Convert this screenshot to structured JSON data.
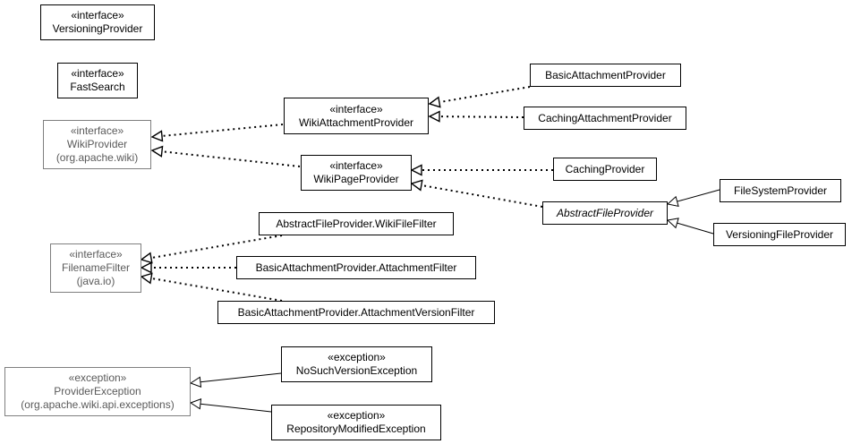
{
  "colors": {
    "line": "#000000",
    "external_border": "#7f7f7f",
    "external_text": "#5a5a5a",
    "background": "#ffffff"
  },
  "nodes": {
    "versioning_provider": {
      "stereotype": "«interface»",
      "name": "VersioningProvider"
    },
    "fast_search": {
      "stereotype": "«interface»",
      "name": "FastSearch"
    },
    "wiki_provider": {
      "stereotype": "«interface»",
      "name": "WikiProvider",
      "package": "(org.apache.wiki)"
    },
    "wiki_attachment_provider": {
      "stereotype": "«interface»",
      "name": "WikiAttachmentProvider"
    },
    "wiki_page_provider": {
      "stereotype": "«interface»",
      "name": "WikiPageProvider"
    },
    "basic_attachment_provider": {
      "name": "BasicAttachmentProvider"
    },
    "caching_attachment_provider": {
      "name": "CachingAttachmentProvider"
    },
    "caching_provider": {
      "name": "CachingProvider"
    },
    "abstract_file_provider": {
      "name": "AbstractFileProvider"
    },
    "file_system_provider": {
      "name": "FileSystemProvider"
    },
    "versioning_file_provider": {
      "name": "VersioningFileProvider"
    },
    "filename_filter": {
      "stereotype": "«interface»",
      "name": "FilenameFilter",
      "package": "(java.io)"
    },
    "wiki_file_filter": {
      "name": "AbstractFileProvider.WikiFileFilter"
    },
    "attachment_filter": {
      "name": "BasicAttachmentProvider.AttachmentFilter"
    },
    "attachment_version_filter": {
      "name": "BasicAttachmentProvider.AttachmentVersionFilter"
    },
    "provider_exception": {
      "stereotype": "«exception»",
      "name": "ProviderException",
      "package": "(org.apache.wiki.api.exceptions)"
    },
    "no_such_version_exception": {
      "stereotype": "«exception»",
      "name": "NoSuchVersionException"
    },
    "repository_modified_exception": {
      "stereotype": "«exception»",
      "name": "RepositoryModifiedException"
    }
  },
  "relations": [
    {
      "from": "wiki_attachment_provider",
      "to": "wiki_provider",
      "kind": "realization"
    },
    {
      "from": "wiki_page_provider",
      "to": "wiki_provider",
      "kind": "realization"
    },
    {
      "from": "basic_attachment_provider",
      "to": "wiki_attachment_provider",
      "kind": "realization"
    },
    {
      "from": "caching_attachment_provider",
      "to": "wiki_attachment_provider",
      "kind": "realization"
    },
    {
      "from": "caching_provider",
      "to": "wiki_page_provider",
      "kind": "realization"
    },
    {
      "from": "abstract_file_provider",
      "to": "wiki_page_provider",
      "kind": "realization"
    },
    {
      "from": "file_system_provider",
      "to": "abstract_file_provider",
      "kind": "generalization"
    },
    {
      "from": "versioning_file_provider",
      "to": "abstract_file_provider",
      "kind": "generalization"
    },
    {
      "from": "wiki_file_filter",
      "to": "filename_filter",
      "kind": "realization"
    },
    {
      "from": "attachment_filter",
      "to": "filename_filter",
      "kind": "realization"
    },
    {
      "from": "attachment_version_filter",
      "to": "filename_filter",
      "kind": "realization"
    },
    {
      "from": "no_such_version_exception",
      "to": "provider_exception",
      "kind": "generalization"
    },
    {
      "from": "repository_modified_exception",
      "to": "provider_exception",
      "kind": "generalization"
    }
  ]
}
